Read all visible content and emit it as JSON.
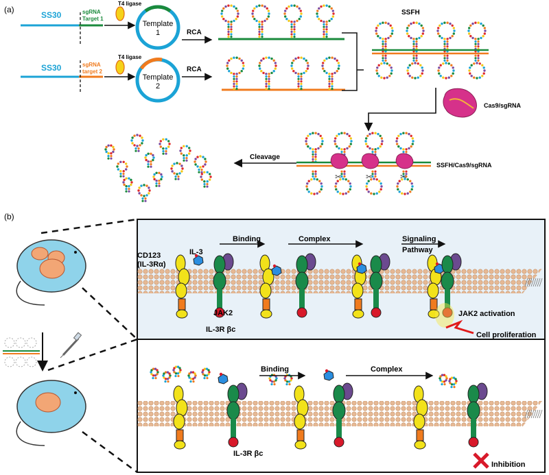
{
  "panel_a": {
    "label": "(a)",
    "strand1": {
      "ss": "SS30",
      "sgrna_line1": "sgRNA",
      "sgrna_line2": "Target 1",
      "ligase": "T4 ligase",
      "template_line1": "Template",
      "template_line2": "1",
      "rca": "RCA"
    },
    "strand2": {
      "ss": "SS30",
      "sgrna_line1": "sgRNA",
      "sgrna_line2": "target  2",
      "ligase": "T4 ligase",
      "template_line1": "Template",
      "template_line2": "2",
      "rca": "RCA"
    },
    "ssfh": "SSFH",
    "cas9": "Cas9/sgRNA",
    "complex": "SSFH/Cas9/sgRNA",
    "cleavage": "Cleavage"
  },
  "panel_b": {
    "label": "(b)",
    "top": {
      "cd123_line1": "CD123",
      "cd123_line2": "(IL-3Rα)",
      "il3": "IL-3",
      "binding": "Binding",
      "complex": "Complex",
      "signaling_line1": "Signaling",
      "signaling_line2": "Pathway",
      "jak2": "JAK2",
      "il3rbc": "IL-3R βc",
      "jak2_activation": "JAK2 activation",
      "cell_proliferation": "Cell proliferation"
    },
    "bottom": {
      "binding": "Binding",
      "complex": "Complex",
      "il3rbc": "IL-3R βc",
      "inhibition": "Inhibition"
    }
  },
  "colors": {
    "ss30": "#1ba3d6",
    "target1": "#1a8a3c",
    "target2": "#f07b1e",
    "receptor_alpha": "#f2e21a",
    "receptor_beta": "#1a8a4a",
    "purple": "#6b4a8f",
    "jak2": "#d8192a",
    "il3": "#2a8ee0",
    "inhibition": "#d8192a",
    "membrane": "#e6b995"
  }
}
